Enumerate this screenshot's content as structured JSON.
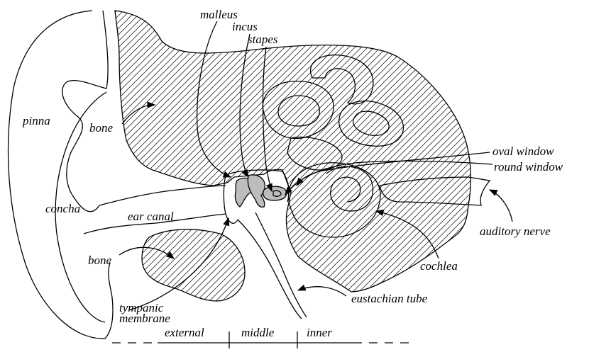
{
  "labels": {
    "malleus": "malleus",
    "incus": "incus",
    "stapes": "stapes",
    "pinna": "pinna",
    "bone_upper": "bone",
    "bone_lower": "bone",
    "oval_window": "oval window",
    "round_window": "round window",
    "concha": "concha",
    "ear_canal": "ear canal",
    "auditory_nerve": "auditory nerve",
    "cochlea": "cochlea",
    "tympanic_line1": "tympanic",
    "tympanic_line2": "membrane",
    "eustachian_tube": "eustachian tube"
  },
  "regions": {
    "external": "external",
    "middle": "middle",
    "inner": "inner"
  }
}
